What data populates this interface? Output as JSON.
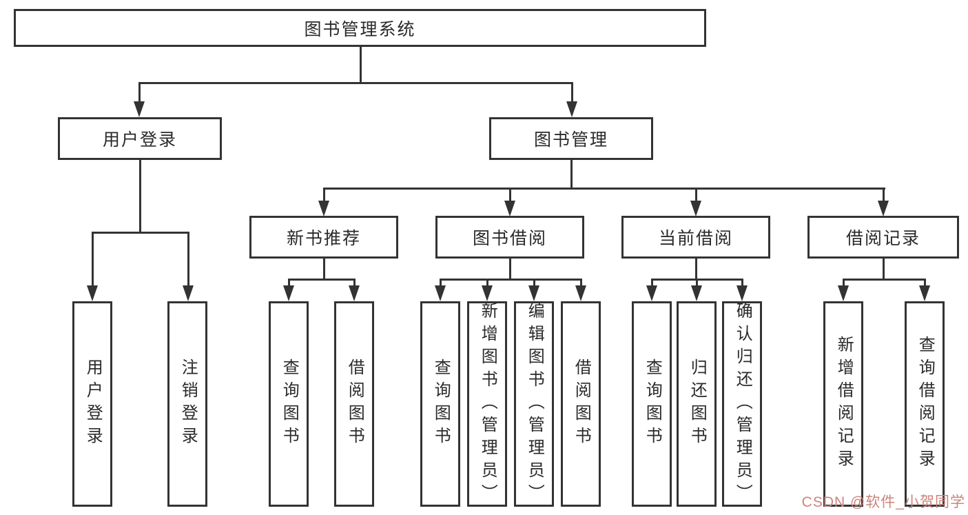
{
  "diagram": {
    "root": {
      "label": "图书管理系统"
    },
    "level2": [
      {
        "label": "用户登录"
      },
      {
        "label": "图书管理"
      }
    ],
    "level3": [
      {
        "label": "新书推荐"
      },
      {
        "label": "图书借阅"
      },
      {
        "label": "当前借阅"
      },
      {
        "label": "借阅记录"
      }
    ],
    "leaves": [
      {
        "label": "用户登录"
      },
      {
        "label": "注销登录"
      },
      {
        "label": "查询图书"
      },
      {
        "label": "借阅图书"
      },
      {
        "label": "查询图书"
      },
      {
        "label": "新增图书（管理员）"
      },
      {
        "label": "编辑图书（管理员）"
      },
      {
        "label": "借阅图书"
      },
      {
        "label": "查询图书"
      },
      {
        "label": "归还图书"
      },
      {
        "label": "确认归还（管理员）"
      },
      {
        "label": "新增借阅记录"
      },
      {
        "label": "查询借阅记录"
      }
    ]
  },
  "watermark": {
    "text": "CSDN @软件_小贺同学"
  },
  "colors": {
    "line": "#333333",
    "text": "#2a2a2a",
    "watermark": "#cd837c",
    "bg": "#ffffff"
  }
}
